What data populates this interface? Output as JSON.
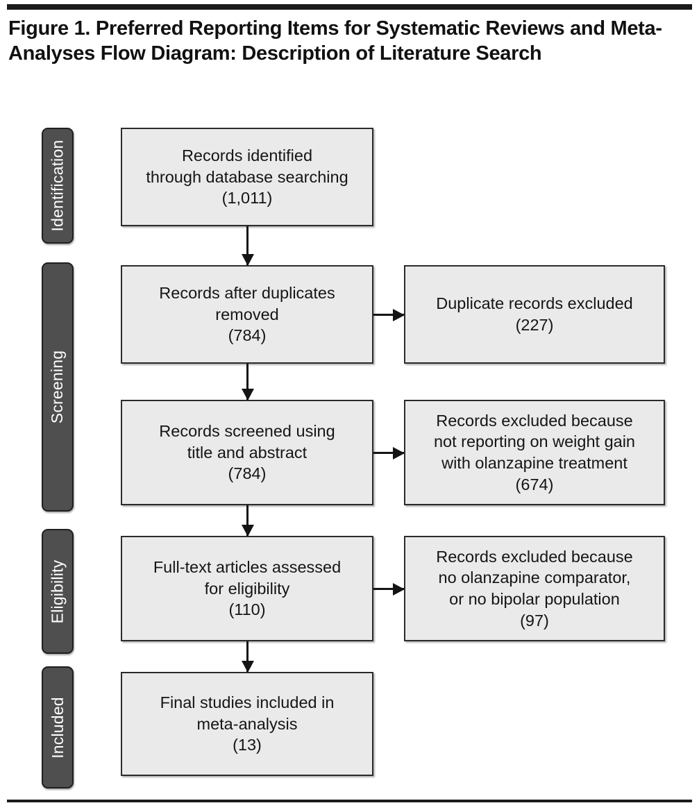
{
  "figure": {
    "title": "Figure 1. Preferred Reporting Items for Systematic Reviews and Meta-Analyses Flow Diagram: Description of Literature Search",
    "colors": {
      "box_fill": "#eaeaea",
      "box_border": "#2b2b2b",
      "stage_tab_fill": "#4f4f4f",
      "stage_tab_border": "#1f1f1f",
      "stage_tab_text": "#ffffff",
      "rule": "#1b1b1b",
      "connector": "#141414",
      "text": "#151515"
    }
  },
  "chart_data": {
    "type": "diagram",
    "title": "Figure 1. Preferred Reporting Items for Systematic Reviews and Meta-Analyses Flow Diagram: Description of Literature Search",
    "diagram_kind": "PRISMA flow diagram",
    "stages": [
      "Identification",
      "Screening",
      "Eligibility",
      "Included"
    ],
    "nodes": [
      {
        "id": "identified",
        "stage": "Identification",
        "column": "main",
        "label": "Records identified\nthrough database searching",
        "count": 1011,
        "count_label": "(1,011)"
      },
      {
        "id": "after_duplicates",
        "stage": "Screening",
        "column": "main",
        "label": "Records after duplicates\nremoved",
        "count": 784,
        "count_label": "(784)"
      },
      {
        "id": "duplicates_excluded",
        "stage": "Screening",
        "column": "excluded",
        "label": "Duplicate records excluded",
        "count": 227,
        "count_label": "(227)"
      },
      {
        "id": "screened",
        "stage": "Screening",
        "column": "main",
        "label": "Records screened using\ntitle and abstract",
        "count": 784,
        "count_label": "(784)"
      },
      {
        "id": "screened_excluded",
        "stage": "Screening",
        "column": "excluded",
        "label": "Records excluded because\nnot reporting on weight gain\nwith olanzapine treatment",
        "count": 674,
        "count_label": "(674)"
      },
      {
        "id": "fulltext",
        "stage": "Eligibility",
        "column": "main",
        "label": "Full-text articles assessed\nfor eligibility",
        "count": 110,
        "count_label": "(110)"
      },
      {
        "id": "fulltext_excluded",
        "stage": "Eligibility",
        "column": "excluded",
        "label": "Records excluded because\nno olanzapine comparator,\nor no bipolar population",
        "count": 97,
        "count_label": "(97)"
      },
      {
        "id": "included",
        "stage": "Included",
        "column": "main",
        "label": "Final studies included in\nmeta-analysis",
        "count": 13,
        "count_label": "(13)"
      }
    ],
    "edges": [
      {
        "from": "identified",
        "to": "after_duplicates",
        "direction": "down"
      },
      {
        "from": "after_duplicates",
        "to": "duplicates_excluded",
        "direction": "right"
      },
      {
        "from": "after_duplicates",
        "to": "screened",
        "direction": "down"
      },
      {
        "from": "screened",
        "to": "screened_excluded",
        "direction": "right"
      },
      {
        "from": "screened",
        "to": "fulltext",
        "direction": "down"
      },
      {
        "from": "fulltext",
        "to": "fulltext_excluded",
        "direction": "right"
      },
      {
        "from": "fulltext",
        "to": "included",
        "direction": "down"
      }
    ]
  },
  "stages": [
    {
      "label": "Identification"
    },
    {
      "label": "Screening"
    },
    {
      "label": "Eligibility"
    },
    {
      "label": "Included"
    }
  ],
  "boxes": {
    "identified": {
      "text": "Records identified\nthrough database searching\n(1,011)"
    },
    "after_duplicates": {
      "text": "Records after duplicates\nremoved\n(784)"
    },
    "duplicates_excluded": {
      "text": "Duplicate records excluded\n(227)"
    },
    "screened": {
      "text": "Records screened using\ntitle and abstract\n(784)"
    },
    "screened_excluded": {
      "text": "Records excluded because\nnot reporting on weight gain\nwith olanzapine treatment\n(674)"
    },
    "fulltext": {
      "text": "Full-text articles assessed\nfor eligibility\n(110)"
    },
    "fulltext_excluded": {
      "text": "Records excluded because\nno olanzapine comparator,\nor no bipolar population\n(97)"
    },
    "included": {
      "text": "Final studies included in\nmeta-analysis\n(13)"
    }
  }
}
